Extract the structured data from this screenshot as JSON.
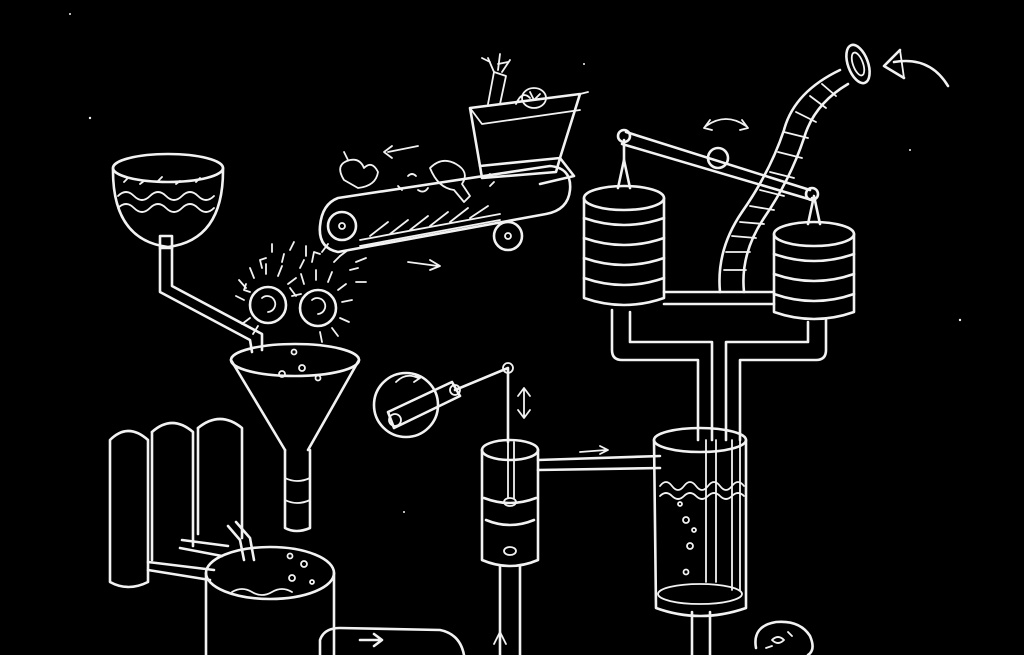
{
  "diagram": {
    "background": "#000000",
    "line_color": "#f2f2f2",
    "components": [
      {
        "name": "water-bowl",
        "icon": "bowl-icon"
      },
      {
        "name": "spiky-balls",
        "icon": "spiky-ball-icon"
      },
      {
        "name": "funnel",
        "icon": "funnel-icon"
      },
      {
        "name": "storage-cylinders",
        "icon": "cylinder-icon"
      },
      {
        "name": "mixing-tub",
        "icon": "tub-icon"
      },
      {
        "name": "food-bin",
        "icon": "bin-icon"
      },
      {
        "name": "conveyor-belt",
        "icon": "conveyor-icon"
      },
      {
        "name": "crank-wheel",
        "icon": "crank-icon"
      },
      {
        "name": "piston-cylinder",
        "icon": "piston-icon"
      },
      {
        "name": "bellows-pair",
        "icon": "bellows-icon"
      },
      {
        "name": "intake-hose",
        "icon": "hose-icon"
      },
      {
        "name": "bubbling-tank",
        "icon": "tank-icon"
      },
      {
        "name": "output-capsule",
        "icon": "capsule-icon"
      }
    ]
  }
}
